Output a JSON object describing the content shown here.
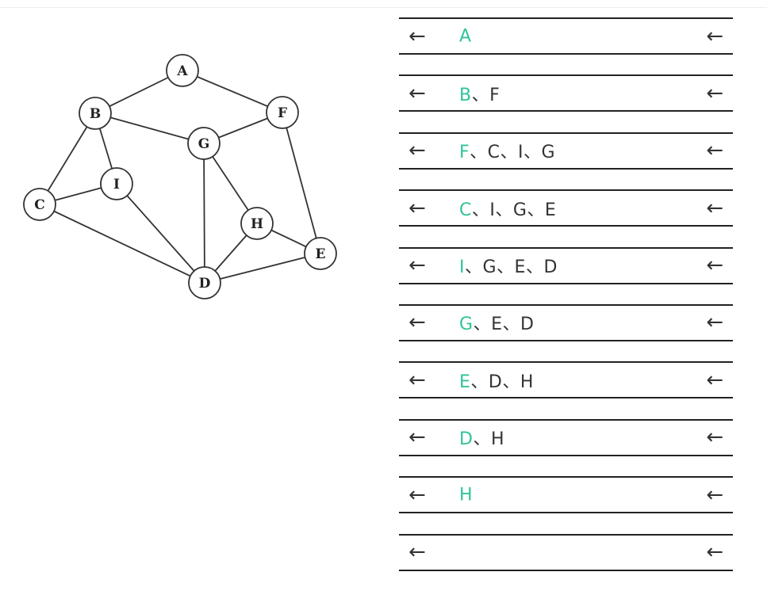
{
  "graph": {
    "nodes": [
      {
        "id": "A",
        "label": "A"
      },
      {
        "id": "B",
        "label": "B"
      },
      {
        "id": "F",
        "label": "F"
      },
      {
        "id": "G",
        "label": "G"
      },
      {
        "id": "I",
        "label": "I"
      },
      {
        "id": "C",
        "label": "C"
      },
      {
        "id": "H",
        "label": "H"
      },
      {
        "id": "E",
        "label": "E"
      },
      {
        "id": "D",
        "label": "D"
      }
    ],
    "edges": [
      [
        "A",
        "B"
      ],
      [
        "A",
        "F"
      ],
      [
        "B",
        "G"
      ],
      [
        "B",
        "I"
      ],
      [
        "B",
        "C"
      ],
      [
        "F",
        "G"
      ],
      [
        "F",
        "E"
      ],
      [
        "C",
        "I"
      ],
      [
        "C",
        "D"
      ],
      [
        "I",
        "D"
      ],
      [
        "G",
        "D"
      ],
      [
        "G",
        "H"
      ],
      [
        "H",
        "E"
      ],
      [
        "H",
        "D"
      ],
      [
        "E",
        "D"
      ]
    ]
  },
  "queue": {
    "rows": [
      {
        "head": "A",
        "rest": ""
      },
      {
        "head": "B",
        "rest": "、F"
      },
      {
        "head": "F",
        "rest": "、C、I、G"
      },
      {
        "head": "C",
        "rest": "、I、G、E"
      },
      {
        "head": "I",
        "rest": "、G、E、D"
      },
      {
        "head": "G",
        "rest": "、E、D"
      },
      {
        "head": "E",
        "rest": "、D、H"
      },
      {
        "head": "D",
        "rest": "、H"
      },
      {
        "head": "H",
        "rest": ""
      },
      {
        "head": "",
        "rest": ""
      }
    ],
    "arrow_glyph": "←",
    "head_color": "#2fc49a"
  }
}
